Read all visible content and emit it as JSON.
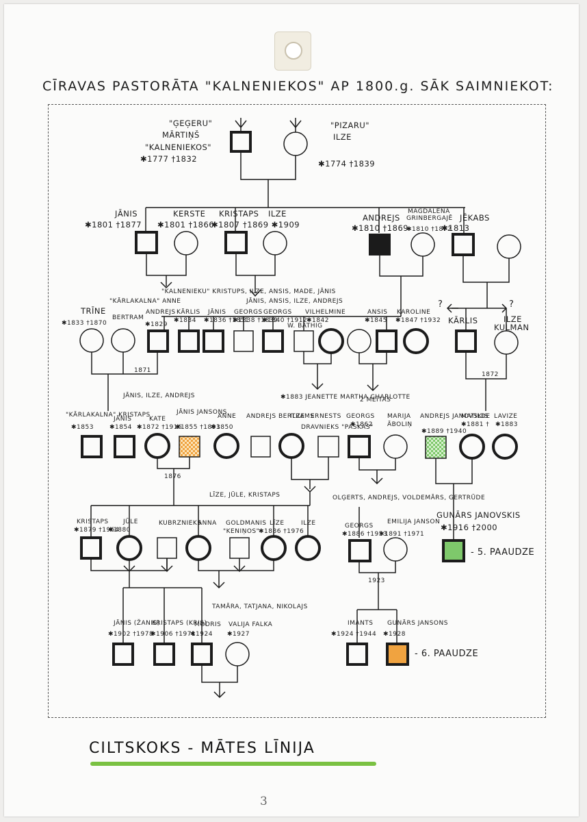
{
  "header": {
    "title": "CĪRAVAS PASTORĀTA \"KALNENIEKOS\" AP 1800.g. SĀK SAIMNIEKOT:"
  },
  "colors": {
    "ink": "#1b1b1b",
    "highlight_orange": "#f0a340",
    "highlight_green": "#7ec86b",
    "underline_green": "#7ac142"
  },
  "generation_1": {
    "husband": {
      "line1": "\"ĢEĢERU\"",
      "line2": "MĀRTIŅŠ",
      "line3": "\"KALNENIEKOS\"",
      "dates": "✱1777 †1832"
    },
    "wife": {
      "line1": "\"PIZARU\"",
      "line2": "ILZE",
      "dates": "✱1774 †1839"
    }
  },
  "generation_2": {
    "janis": {
      "name": "JĀNIS",
      "dates": "✱1801 †1877"
    },
    "kerste": {
      "name": "KERSTE",
      "dates": "✱1801 †1866"
    },
    "kristaps": {
      "name": "KRISTAPS",
      "dates": "✱1807"
    },
    "ilze": {
      "name": "ILZE",
      "dates": "†1869 ✱1909"
    },
    "andrejs": {
      "name": "ANDREJS",
      "dates": "✱1810 †1869"
    },
    "magdalena": {
      "name": "MAGDALENA",
      "name2": "GRINBERGAJĒ",
      "dates": "✱1810 †1872"
    },
    "jekabs": {
      "name": "JĒKABS",
      "dates": "✱1813"
    }
  },
  "generation_2_notes": {
    "children_janis": "\"KALNENIEKU\" KRISTUPS, ILZE, ANSIS, MADE, JĀNIS",
    "children_kristaps": "JĀNIS, ANSIS, ILZE, ANDREJS"
  },
  "generation_3": {
    "trine": {
      "name": "TRĪNE",
      "dates": "✱1833 †1870"
    },
    "anne": {
      "name": "\"KĀRLAKALNA\" ANNE",
      "name2": "BERTRAM",
      "dates": "✱1829"
    },
    "andrejs": {
      "name": "ANDREJS"
    },
    "karlis": {
      "name": "KĀRLIS",
      "dates": "✱1834"
    },
    "janis": {
      "name": "JĀNIS",
      "dates": "✱1836 †1851"
    },
    "georgs": {
      "name": "GEORGS",
      "dates": "✱1838 †1839"
    },
    "georgs2": {
      "name": "GEORGS",
      "dates": "✱1840 †1912"
    },
    "vilhelmine": {
      "name": "VILHELMINE",
      "name2": "W. BATHIG",
      "dates": "✱1842"
    },
    "ansis": {
      "name": "ANSIS",
      "dates": "✱1845"
    },
    "karoline": {
      "name": "KAROLINE",
      "dates": "✱1847 †1932"
    },
    "karlis2": {
      "name": "KĀRLIS"
    },
    "ilze": {
      "name": "ILZE",
      "name2": "KULMAN"
    },
    "q1": "?",
    "q2": "?",
    "marriage_1": "1871",
    "marriage_2": "1872",
    "note_children": "JĀNIS, ILZE, ANDREJS",
    "note_jeanette": "✱1883 JEANETTE MARTHA CHARLOTTE",
    "note_daughters": "2 MEITAS"
  },
  "generation_4": {
    "kristaps": {
      "name": "\"KĀRLAKALNA\" KRISTAPS",
      "dates": "✱1853"
    },
    "janis": {
      "name": "JĀNIS",
      "dates": "✱1854"
    },
    "kate": {
      "name": "KATE",
      "dates": "✱1872 †1916"
    },
    "janis_jansons": {
      "name": "JĀNIS JANSONS",
      "dates": "✱1855 †1893"
    },
    "anne": {
      "name": "ANNE",
      "dates": "✱1850"
    },
    "andrejs_bertrams": {
      "name": "ANDREJS BERTRAMS"
    },
    "ilze": {
      "name": "ILZE"
    },
    "ernests": {
      "name": "ERNESTS",
      "name2": "DRAVNIEKS \"PASKAS\""
    },
    "georgs": {
      "name": "GEORGS",
      "dates": "✱1862"
    },
    "marija": {
      "name": "MARIJA",
      "name2": "ĀBOLIŅ"
    },
    "andrejs_janovskis": {
      "name": "ANDREJS JANOVSKIS",
      "dates": "✱1889 †1940"
    },
    "matilde": {
      "name": "MATILDE",
      "dates": "✱1881 †"
    },
    "lavize": {
      "name": "LAVIZE",
      "dates": "✱1883"
    },
    "marriage": "1876",
    "note_children": "LĪZE, JŪLE, KRISTAPS",
    "note_children2": "OLĢERTS, ANDREJS, VOLDEMĀRS, GERTRŪDE"
  },
  "generation_5": {
    "kristaps": {
      "name": "KRISTAPS",
      "dates": "✱1879 †1964"
    },
    "jule": {
      "name": "JŪLE",
      "dates": "✱1880"
    },
    "kubrznieks": {
      "name": "KUBRZNIEKS"
    },
    "anna": {
      "name": "ANNA"
    },
    "goldmanis": {
      "name": "GOLDMANIS",
      "name2": "\"KENIŅOS\""
    },
    "lize": {
      "name": "LĪZE",
      "dates": "✱1886 †1976"
    },
    "ilze": {
      "name": "ILZE"
    },
    "georgs": {
      "name": "GEORGS",
      "dates": "✱1886 †1953"
    },
    "emilija": {
      "name": "EMILIJA JANSON",
      "dates": "✱1891 †1971"
    },
    "gunars": {
      "name": "GUNĀRS JANOVSKIS",
      "dates": "✱1916 †2000"
    },
    "gen_label": "- 5. PAAUDZE",
    "marriage": "1923",
    "note_children": "TAMĀRA, TATJANA, NIKOLAJS"
  },
  "generation_6": {
    "janis": {
      "name": "JĀNIS (ŽANIS)",
      "dates": "✱1902 †1978"
    },
    "kristaps": {
      "name": "KRISTAPS (KRIS)",
      "dates": "✱1906 †1971"
    },
    "modris": {
      "name": "MODRIS",
      "dates": "✱1924"
    },
    "valija": {
      "name": "VALIJA FALKA",
      "dates": "✱1927"
    },
    "imants": {
      "name": "IMANTS",
      "dates": "✱1924 †1944"
    },
    "gunars": {
      "name": "GUNĀRS JANSONS",
      "dates": "✱1928"
    },
    "gen_label": "- 6. PAAUDZE"
  },
  "footer": {
    "title": "CILTSKOKS - MĀTES LĪNIJA",
    "page_number": "3"
  }
}
